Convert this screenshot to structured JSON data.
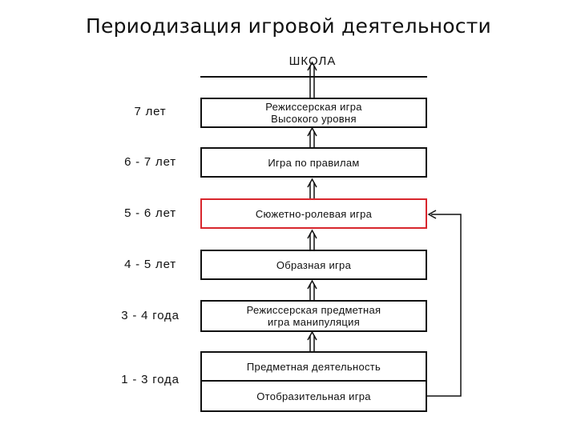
{
  "title": "Периодизация игровой деятельности",
  "school": "ШКОЛА",
  "stages": [
    {
      "age": "7 лет",
      "line1": "Режиссерская игра",
      "line2": "Высокого уровня"
    },
    {
      "age": "6 - 7 лет",
      "line1": "Игра по правилам",
      "line2": ""
    },
    {
      "age": "5 - 6 лет",
      "line1": "Сюжетно-ролевая игра",
      "line2": "",
      "highlight_color": "#d8262d"
    },
    {
      "age": "4 - 5 лет",
      "line1": "Образная игра",
      "line2": ""
    },
    {
      "age": "3 - 4 года",
      "line1": "Режиссерская предметная",
      "line2": "игра манипуляция"
    },
    {
      "age": "1 - 3 года",
      "line1": "Предметная деятельность",
      "line2": "Отобразительная игра"
    }
  ]
}
